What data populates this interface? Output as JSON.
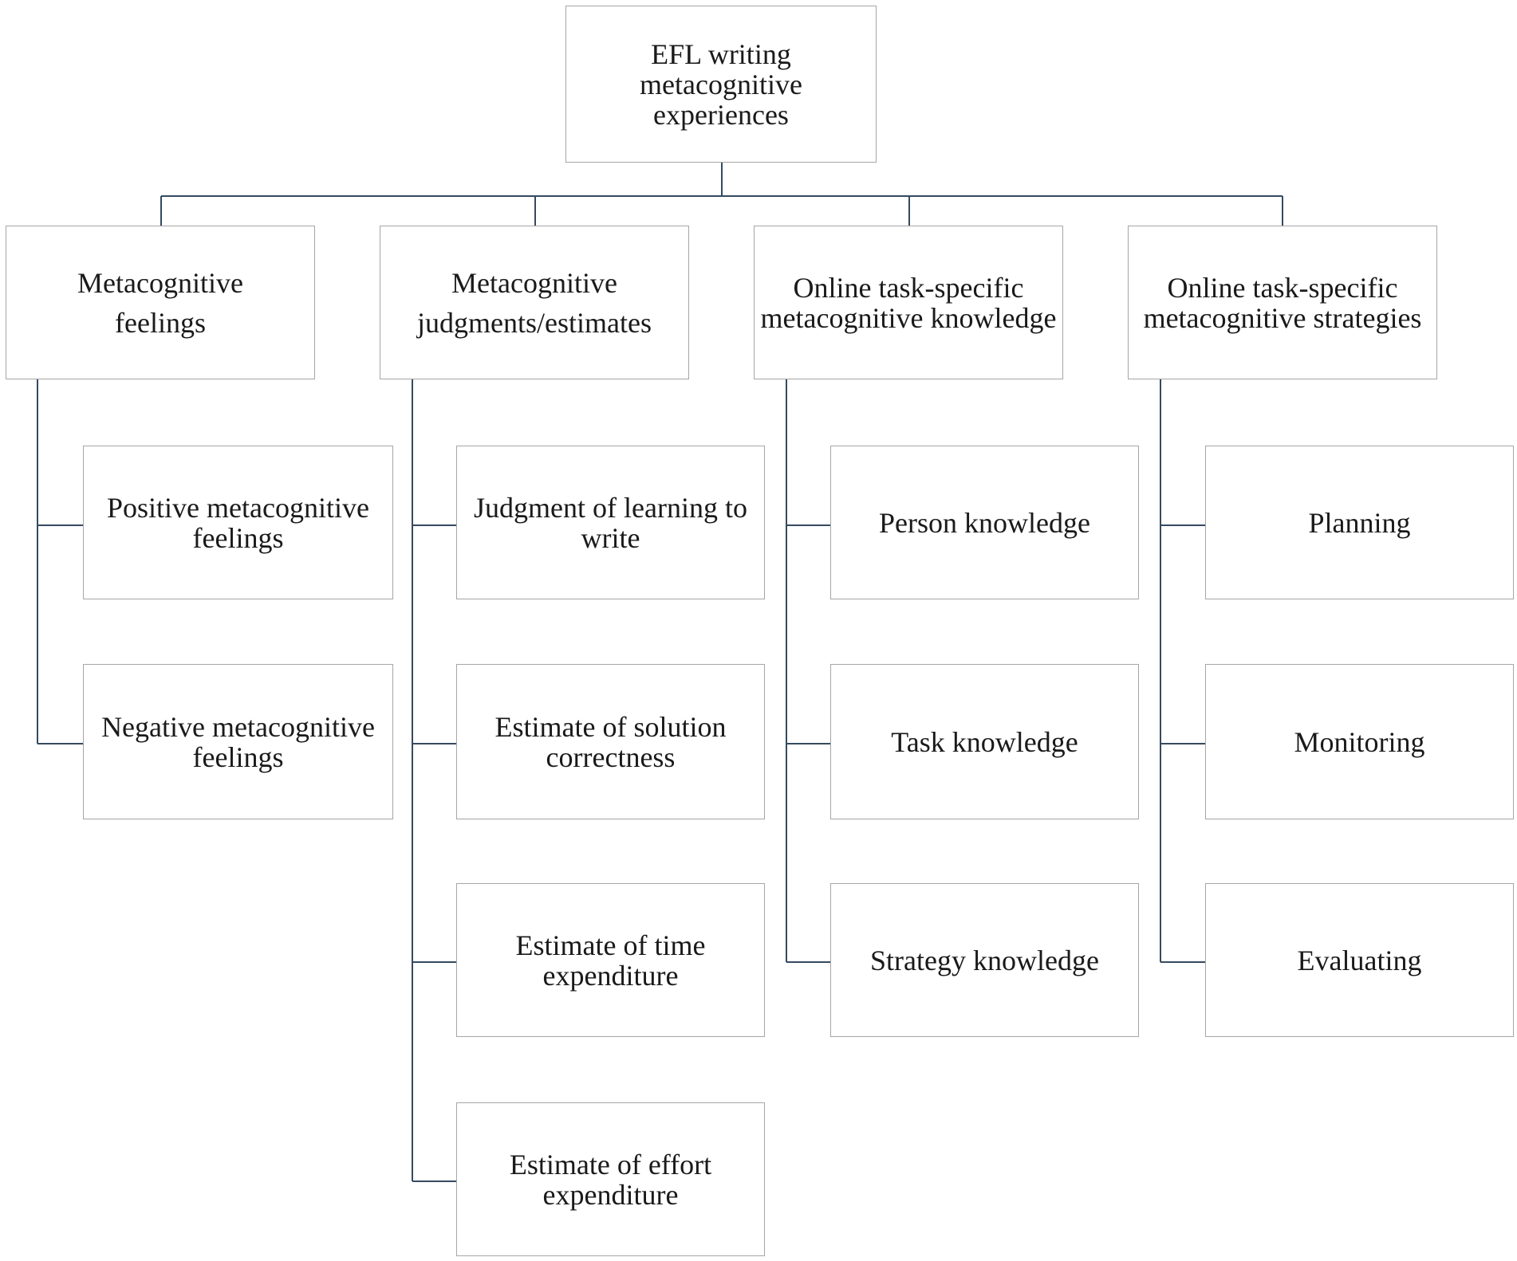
{
  "diagram": {
    "root": "EFL writing metacognitive experiences",
    "categories": [
      {
        "label": "Metacognitive feelings",
        "children": [
          "Positive metacognitive feelings",
          "Negative metacognitive feelings"
        ]
      },
      {
        "label": "Metacognitive judgments/estimates",
        "children": [
          "Judgment of learning to write",
          "Estimate of solution correctness",
          "Estimate of time expenditure",
          "Estimate of effort expenditure"
        ]
      },
      {
        "label": "Online task-specific metacognitive knowledge",
        "children": [
          "Person knowledge",
          "Task knowledge",
          "Strategy knowledge"
        ]
      },
      {
        "label": "Online task-specific metacognitive strategies",
        "children": [
          "Planning",
          "Monitoring",
          "Evaluating"
        ]
      }
    ],
    "colors": {
      "line": "#354a60",
      "border": "#a6a6a6",
      "text": "#1a1a1a"
    }
  }
}
